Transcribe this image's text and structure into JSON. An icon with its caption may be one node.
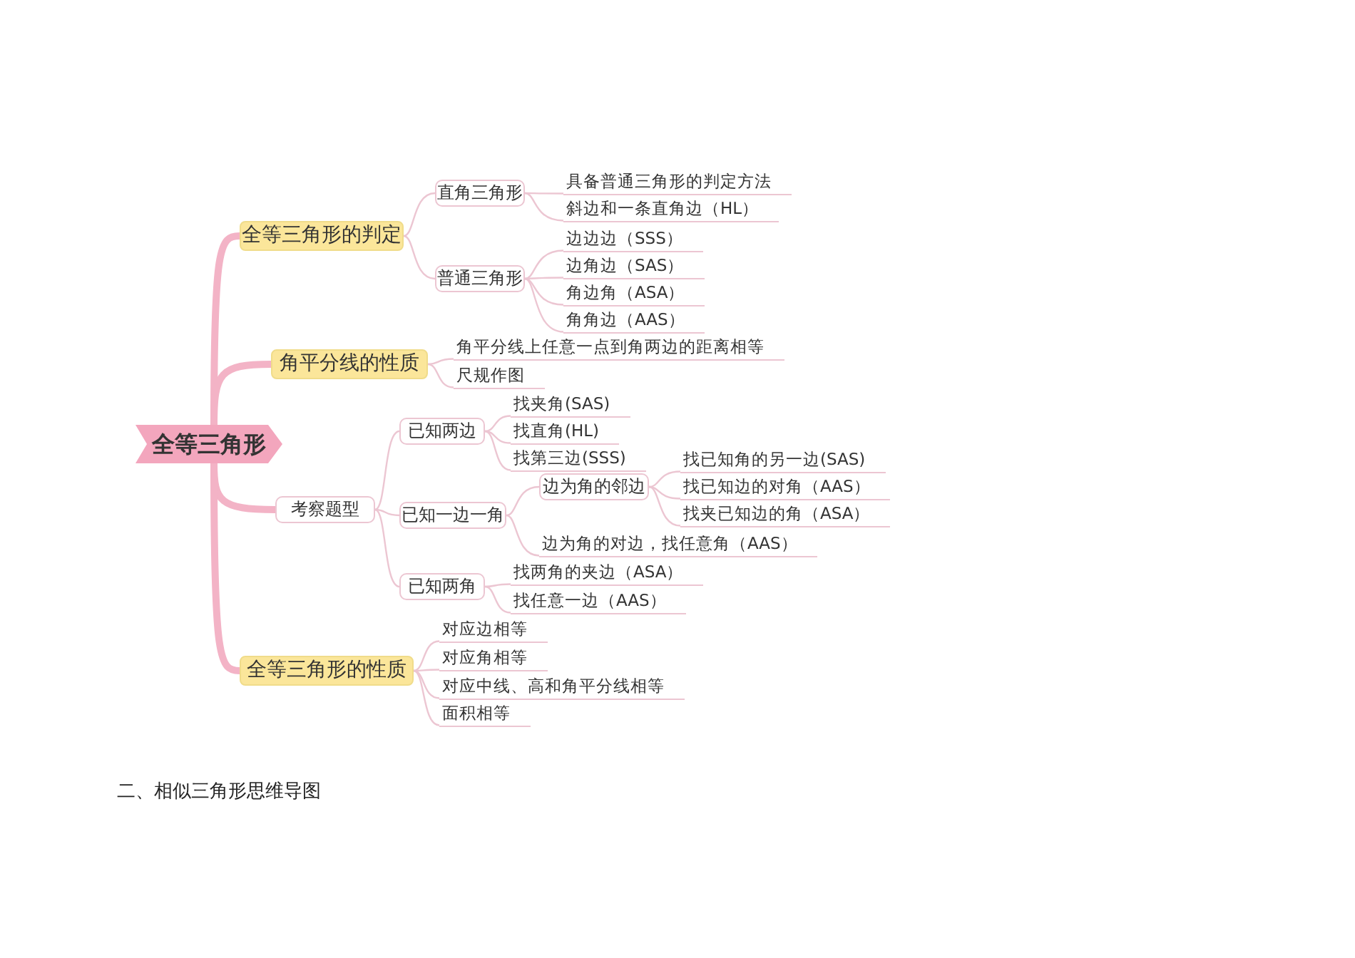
{
  "diagram": {
    "nodes": [
      {
        "text": [
          "全等三角形"
        ]
      },
      {
        "text": [
          "全等三角形的判定"
        ]
      },
      {
        "text": [
          "直角三角形"
        ]
      },
      {
        "text": [
          "具备普通三角形的判定方法"
        ]
      },
      {
        "text": [
          "斜边和一条直角边（HL）"
        ]
      },
      {
        "text": [
          "普通三角形"
        ]
      },
      {
        "text": [
          "边边边（SSS）"
        ]
      },
      {
        "text": [
          "边角边（SAS）"
        ]
      },
      {
        "text": [
          "角边角（ASA）"
        ]
      },
      {
        "text": [
          "角角边（AAS）"
        ]
      },
      {
        "text": [
          "角平分线的性质"
        ]
      },
      {
        "text": [
          "角平分线上任意一点到角两边的距离相等"
        ]
      },
      {
        "text": [
          "尺规作图"
        ]
      },
      {
        "text": [
          "考察题型"
        ]
      },
      {
        "text": [
          "已知两边"
        ]
      },
      {
        "text": [
          "找夹角(SAS)"
        ]
      },
      {
        "text": [
          "找直角(HL)"
        ]
      },
      {
        "text": [
          "找第三边(SSS)"
        ]
      },
      {
        "text": [
          "已知一边一角"
        ]
      },
      {
        "text": [
          "边为角的邻边"
        ]
      },
      {
        "text": [
          "找已知角的另一边(SAS)"
        ]
      },
      {
        "text": [
          "找已知边的对角（AAS）"
        ]
      },
      {
        "text": [
          "找夹已知边的角（ASA）"
        ]
      },
      {
        "text": [
          "边为角的对边，找任意角（AAS）"
        ]
      },
      {
        "text": [
          "已知两角"
        ]
      },
      {
        "text": [
          "找两角的夹边（ASA）"
        ]
      },
      {
        "text": [
          "找任意一边（AAS）"
        ]
      },
      {
        "text": [
          "全等三角形的性质"
        ]
      },
      {
        "text": [
          "对应边相等"
        ]
      },
      {
        "text": [
          "对应角相等"
        ]
      },
      {
        "text": [
          "对应中线、高和角平分线相等"
        ]
      },
      {
        "text": [
          "面积相等"
        ]
      }
    ],
    "edges": [
      {
        "from": 0,
        "to": 1,
        "arrow": "none",
        "style": "thick"
      },
      {
        "from": 1,
        "to": 2,
        "arrow": "none"
      },
      {
        "from": 2,
        "to": 3,
        "arrow": "none"
      },
      {
        "from": 2,
        "to": 4,
        "arrow": "none"
      },
      {
        "from": 1,
        "to": 5,
        "arrow": "none"
      },
      {
        "from": 5,
        "to": 6,
        "arrow": "none"
      },
      {
        "from": 5,
        "to": 7,
        "arrow": "none"
      },
      {
        "from": 5,
        "to": 8,
        "arrow": "none"
      },
      {
        "from": 5,
        "to": 9,
        "arrow": "none"
      },
      {
        "from": 0,
        "to": 10,
        "arrow": "none",
        "style": "thick"
      },
      {
        "from": 10,
        "to": 11,
        "arrow": "none"
      },
      {
        "from": 10,
        "to": 12,
        "arrow": "none"
      },
      {
        "from": 0,
        "to": 13,
        "arrow": "none",
        "style": "thick"
      },
      {
        "from": 13,
        "to": 14,
        "arrow": "none"
      },
      {
        "from": 14,
        "to": 15,
        "arrow": "none"
      },
      {
        "from": 14,
        "to": 16,
        "arrow": "none"
      },
      {
        "from": 14,
        "to": 17,
        "arrow": "none"
      },
      {
        "from": 13,
        "to": 18,
        "arrow": "none"
      },
      {
        "from": 18,
        "to": 19,
        "arrow": "none"
      },
      {
        "from": 19,
        "to": 20,
        "arrow": "none"
      },
      {
        "from": 19,
        "to": 21,
        "arrow": "none"
      },
      {
        "from": 19,
        "to": 22,
        "arrow": "none"
      },
      {
        "from": 18,
        "to": 23,
        "arrow": "none"
      },
      {
        "from": 13,
        "to": 24,
        "arrow": "none"
      },
      {
        "from": 24,
        "to": 25,
        "arrow": "none"
      },
      {
        "from": 24,
        "to": 26,
        "arrow": "none"
      },
      {
        "from": 0,
        "to": 27,
        "arrow": "none",
        "style": "thick"
      },
      {
        "from": 27,
        "to": 28,
        "arrow": "none"
      },
      {
        "from": 27,
        "to": 29,
        "arrow": "none"
      },
      {
        "from": 27,
        "to": 30,
        "arrow": "none"
      },
      {
        "from": 27,
        "to": 31,
        "arrow": "none"
      }
    ],
    "labels": [
      "二、相似三角形思维导图"
    ]
  }
}
